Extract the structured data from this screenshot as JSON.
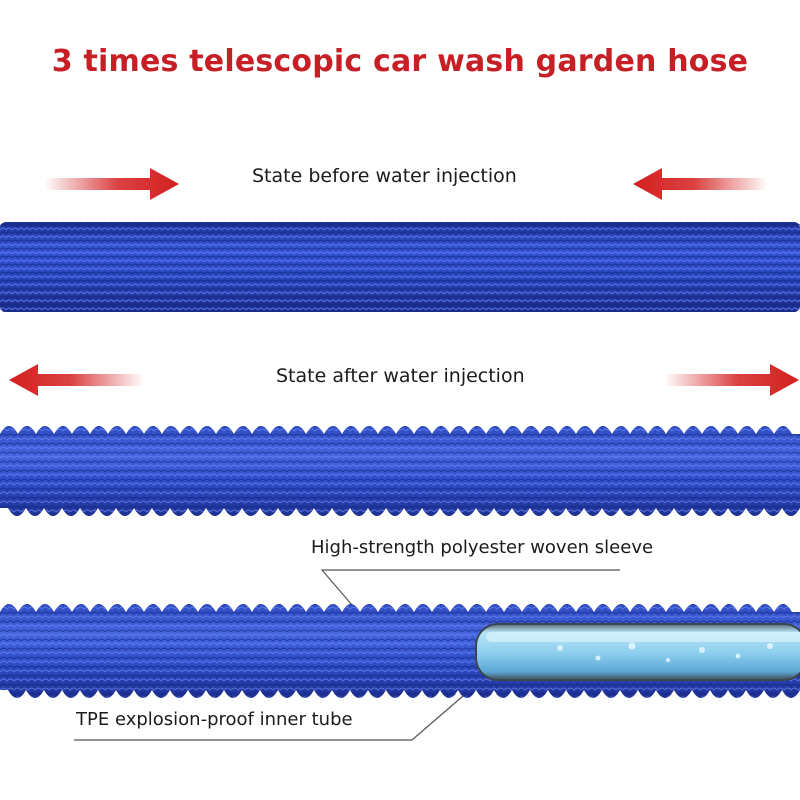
{
  "title": "3 times telescopic car wash garden hose",
  "labels": {
    "before": "State before water injection",
    "after": "State after water injection",
    "sleeve": "High-strength polyester woven sleeve",
    "tube": "TPE explosion-proof inner tube"
  },
  "colors": {
    "title": "#c62026",
    "arrow": "#d41f1f",
    "hose": "#2a49c4",
    "hose_dark": "#1a2f92",
    "hose_light": "#4f6fe6",
    "inner_tube": "#8fd0ef"
  },
  "icons": [
    "arrow-right-icon",
    "arrow-left-icon"
  ]
}
